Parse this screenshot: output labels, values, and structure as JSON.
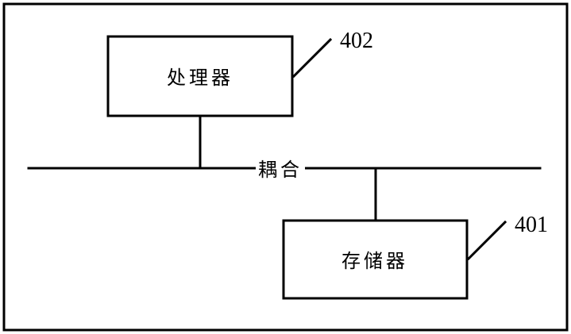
{
  "diagram": {
    "processor": {
      "label": "处理器",
      "ref": "402"
    },
    "memory": {
      "label": "存储器",
      "ref": "401"
    },
    "bus": {
      "label": "耦合"
    }
  }
}
